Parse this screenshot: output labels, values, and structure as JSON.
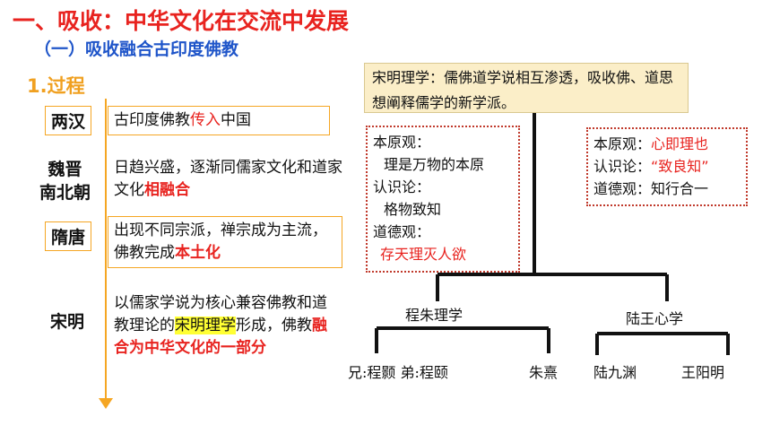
{
  "title": "一、吸收：中华文化在交流中发展",
  "subtitle": "（一）吸收融合古印度佛教",
  "process_label": "1.过程",
  "timeline": {
    "han": {
      "period": "两汉",
      "text_before": "古印度佛教",
      "text_red": "传入",
      "text_after": "中国"
    },
    "wei": {
      "period_line1": "魏晋",
      "period_line2": "南北朝",
      "text_before": "日趋兴盛，逐渐同儒家文化和道家文化",
      "text_red": "相融合"
    },
    "sui": {
      "period": "隋唐",
      "text_before": "出现不同宗派，禅宗成为主流，佛教完成",
      "text_red": "本土化"
    },
    "song": {
      "period": "宋明",
      "text_1": "以儒家学说为核心兼容佛教和道教理论的",
      "text_highlight": "宋明理学",
      "text_2": "形成，佛教",
      "text_red": "融合为中华文化的一部分"
    }
  },
  "songming_box": "宋明理学：儒佛道学说相互渗透，吸收佛、道思想阐释儒学的新学派。",
  "chengzhu_box": {
    "l1": "本原观：",
    "l2": "理是万物的本原",
    "l3": "认识论：",
    "l4": "格物致知",
    "l5": "道德观：",
    "l6": "存天理灭人欲"
  },
  "luwang_box": {
    "k1": "本原观：",
    "v1": "心即理也",
    "k2": "认识论：",
    "v2": "“致良知”",
    "k3": "道德观：",
    "v3": "知行合一"
  },
  "tree": {
    "chengzhu": "程朱理学",
    "luwang": "陆王心学",
    "cheng_brothers": "兄:程颢 弟:程颐",
    "zhuxi": "朱熹",
    "lujiuyuan": "陆九渊",
    "wangyangming": "王阳明"
  },
  "colors": {
    "title_red": "#e8231f",
    "subtitle_blue": "#1f55c9",
    "orange": "#f5a623",
    "highlight": "#ffff33"
  }
}
